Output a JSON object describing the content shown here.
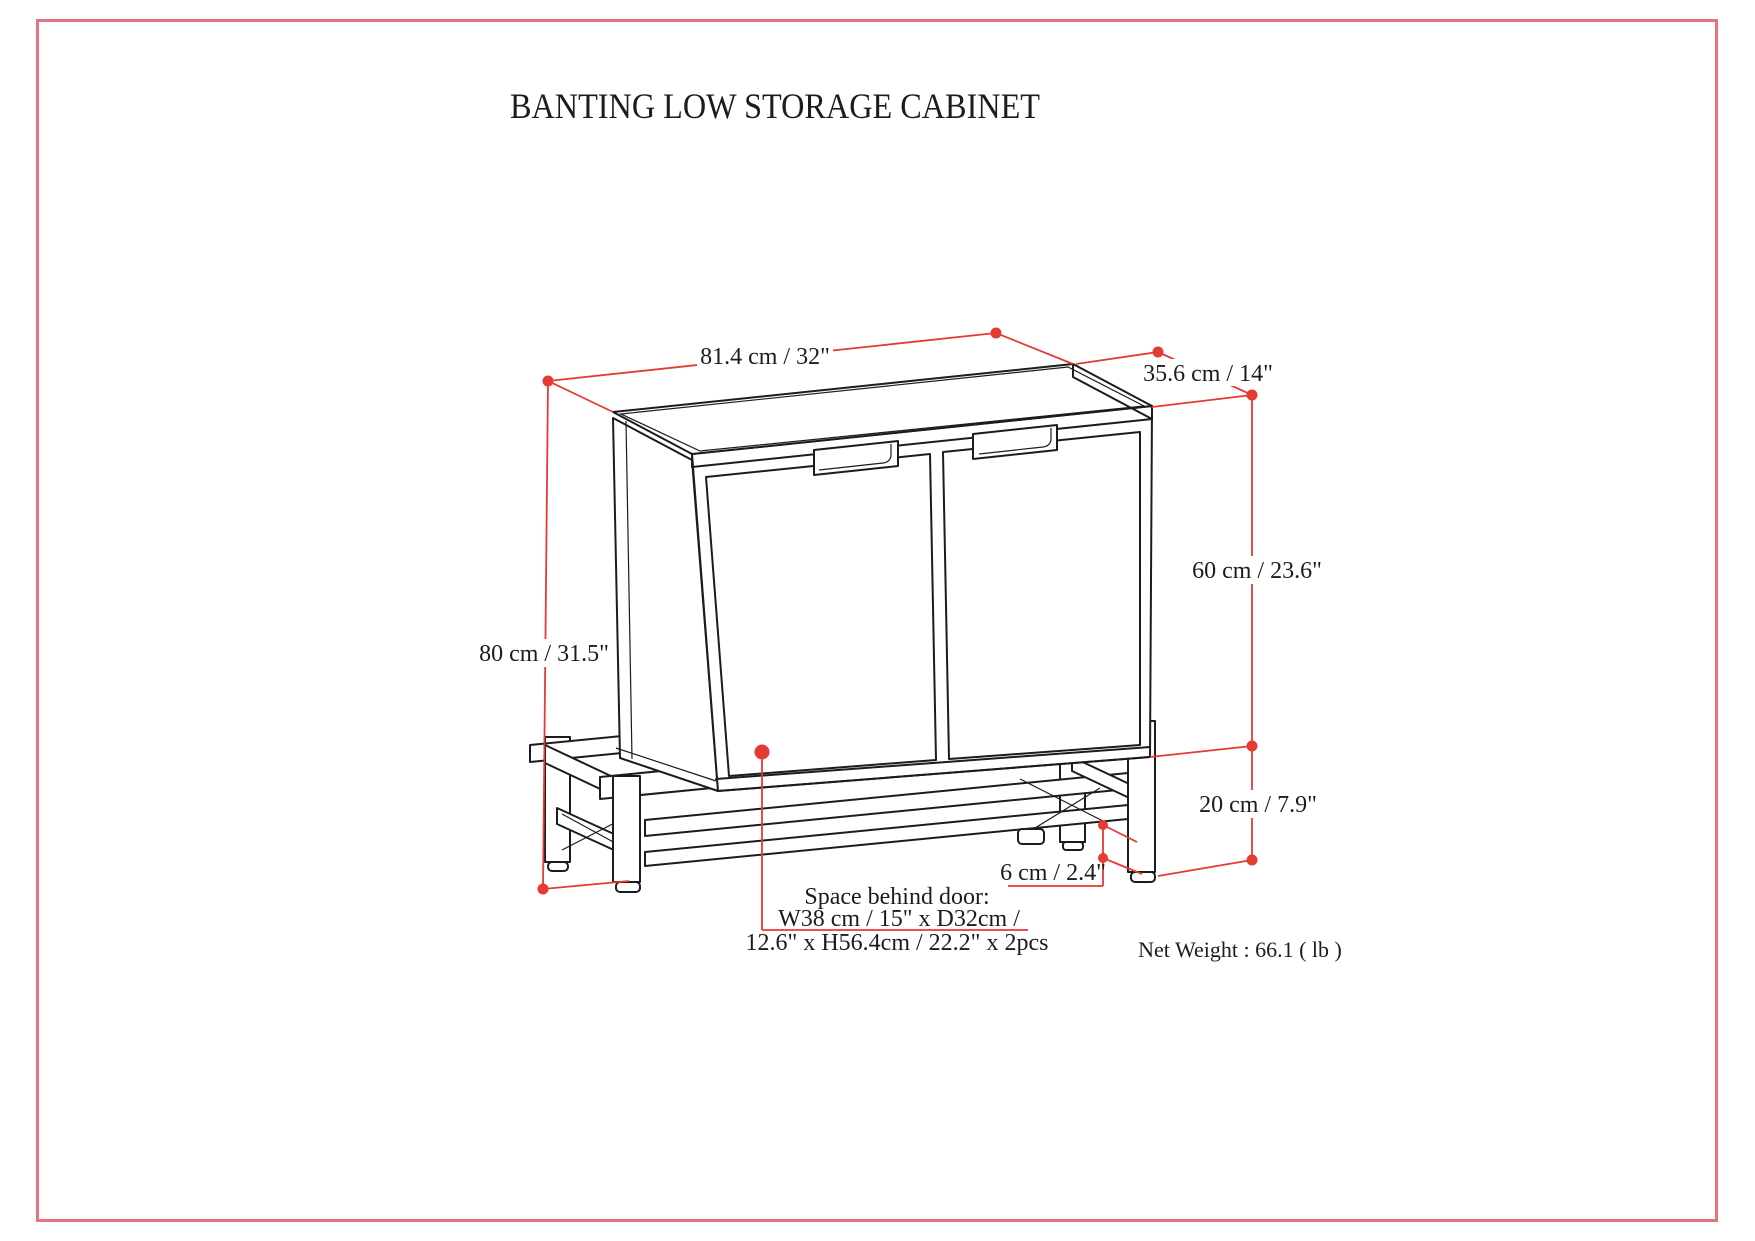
{
  "page": {
    "title": "BANTING LOW STORAGE CABINET"
  },
  "colors": {
    "dimension_red": "#e43b33",
    "border_pink": "#e2757e",
    "ink": "#1c1c1c"
  },
  "dimensions": {
    "top_width": "81.4 cm / 32\"",
    "depth": "35.6 cm / 14\"",
    "overall_height": "80 cm / 31.5\"",
    "cabinet_height": "60 cm / 23.6\"",
    "base_height": "20 cm / 7.9\"",
    "foot_height": "6 cm / 2.4\""
  },
  "notes": {
    "space_behind_door_line1": "Space behind door:",
    "space_behind_door_line2": "W38 cm / 15\" x D32cm /",
    "space_behind_door_line3": "12.6\" x H56.4cm / 22.2\" x 2pcs",
    "net_weight": "Net Weight : 66.1 ( lb )"
  }
}
